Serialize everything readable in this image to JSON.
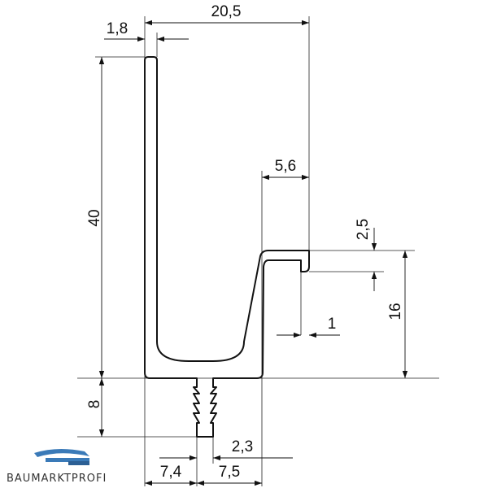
{
  "drawing": {
    "dimensions": {
      "back_thickness": "1,8",
      "overall_width": "20,5",
      "lip_width": "5,6",
      "lip_height": "2,5",
      "overall_height": "40",
      "front_height": "16",
      "front_wall": "1",
      "tongue_height": "8",
      "tongue_width": "2,3",
      "tongue_offset_left": "7,4",
      "tongue_offset_right": "7,5"
    }
  },
  "brand": {
    "name": "BAUMARKTPROFI",
    "colors": {
      "accent": "#3a7ab8",
      "text": "#333333"
    }
  },
  "colors": {
    "line": "#111111",
    "background": "#ffffff"
  }
}
